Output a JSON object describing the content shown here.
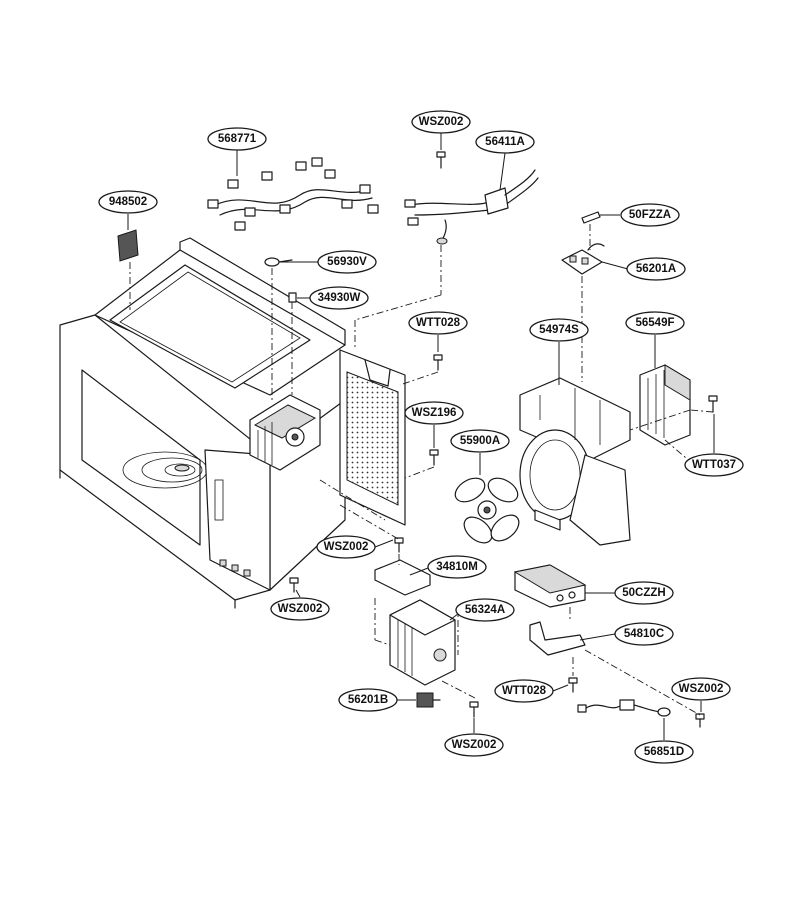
{
  "callouts": {
    "c568771": "568771",
    "cWSZ002_top": "WSZ002",
    "c56411A": "56411A",
    "c948502": "948502",
    "c50FZZA": "50FZZA",
    "c56930V": "56930V",
    "c56201A": "56201A",
    "c34930W": "34930W",
    "cWTT028_top": "WTT028",
    "c54974S": "54974S",
    "c56549F": "56549F",
    "cWSZ196": "WSZ196",
    "c55900A": "55900A",
    "cWTT037": "WTT037",
    "cWSZ002_mid": "WSZ002",
    "c34810M": "34810M",
    "cWSZ002_left": "WSZ002",
    "c56324A": "56324A",
    "c50CZZH": "50CZZH",
    "c54810C": "54810C",
    "cWTT028_bot": "WTT028",
    "cWSZ002_right": "WSZ002",
    "c56201B": "56201B",
    "cWSZ002_bot": "WSZ002",
    "c56851D": "56851D"
  }
}
